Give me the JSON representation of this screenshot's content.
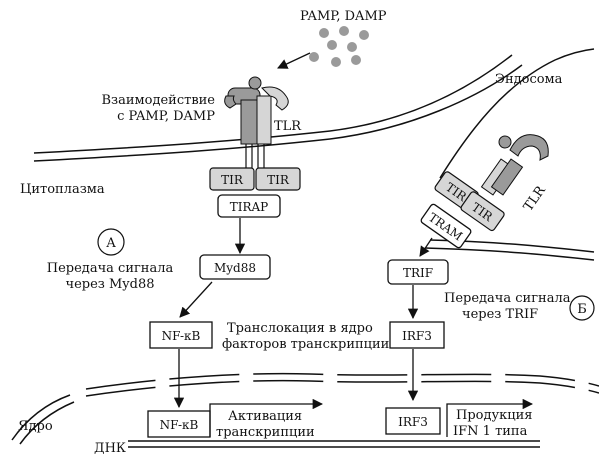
{
  "labels": {
    "pamp_damp": "PAMP, DAMP",
    "interaction_line1": "Взаимодействие",
    "interaction_line2": "с PAMP, DAMP",
    "tlr_surface": "TLR",
    "tlr_endosome": "TLR",
    "endosome": "Эндосома",
    "cytoplasm": "Цитоплазма",
    "tir_left": "TIR",
    "tir_right": "TIR",
    "tir_endo_left": "TIR",
    "tir_endo_right": "TIR",
    "tirap": "TIRAP",
    "tram": "TRAM",
    "path_a_marker": "А",
    "path_a_line1": "Передача сигнала",
    "path_a_line2": "через Myd88",
    "myd88": "Myd88",
    "trif": "TRIF",
    "path_b_marker": "Б",
    "path_b_line1": "Передача сигнала",
    "path_b_line2": "через TRIF",
    "nfkb_cyto": "NF-κB",
    "translocation_line1": "Транслокация в ядро",
    "translocation_line2": "факторов транскрипции",
    "irf3_cyto": "IRF3",
    "nucleus": "Ядро",
    "nfkb_nuc": "NF-κB",
    "activation_line1": "Активация",
    "activation_line2": "транскрипции",
    "irf3_nuc": "IRF3",
    "production_line1": "Продукция",
    "production_line2": "IFN 1 типа",
    "dna": "ДНК"
  }
}
